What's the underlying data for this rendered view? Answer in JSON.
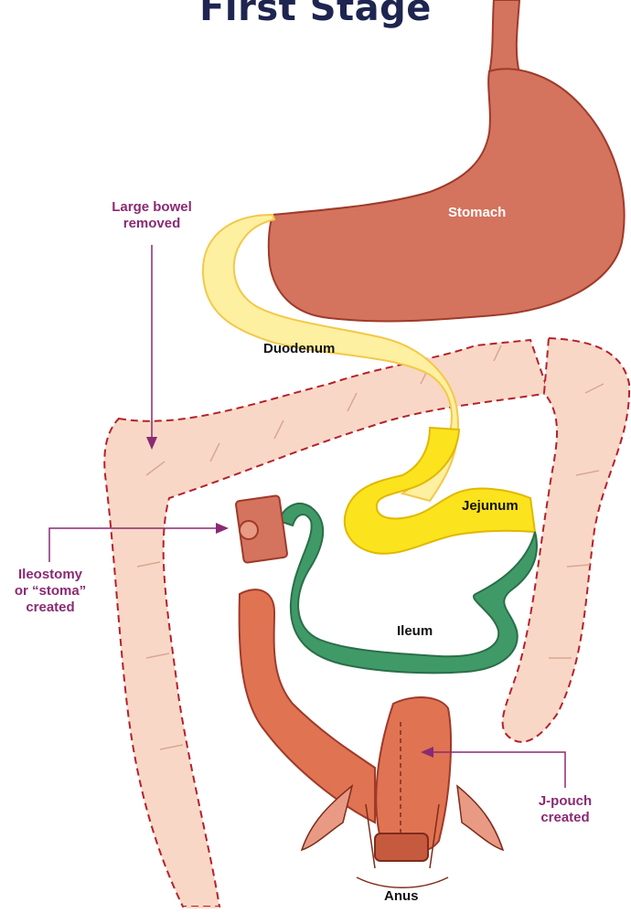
{
  "title": "First Stage",
  "labels": {
    "stomach": "Stomach",
    "duodenum": "Duodenum",
    "jejunum": "Jejunum",
    "ileum": "Ileum",
    "anus": "Anus"
  },
  "annotations": {
    "large_bowel": [
      "Large bowel",
      "removed"
    ],
    "ileostomy": [
      "Ileostomy",
      "or “stoma”",
      "created"
    ],
    "j_pouch": [
      "J-pouch",
      "created"
    ]
  },
  "colors": {
    "title": "#1e2550",
    "annotation": "#8a2a73",
    "stomach": "#d4735e",
    "large_bowel": "#f9d7c6",
    "large_bowel_outline": "#b5212a",
    "duodenum": "#fdf0a0",
    "jejunum": "#fbe31d",
    "ileum": "#3f9a67",
    "rectum": "#e07352"
  }
}
